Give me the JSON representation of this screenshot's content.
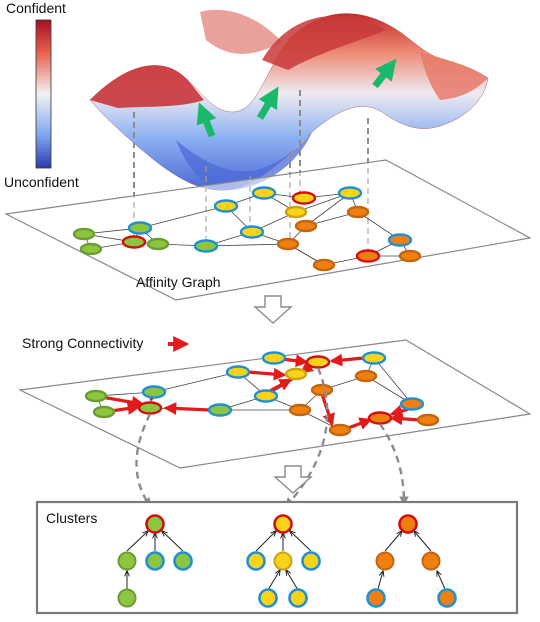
{
  "colorbar": {
    "top_label": "Confident",
    "bottom_label": "Unconfident"
  },
  "labels": {
    "affinity_graph": "Affinity Graph",
    "strong_connectivity": "Strong Connectivity",
    "clusters": "Clusters"
  },
  "colors": {
    "green": "#8cc63f",
    "yellow": "#f8d31a",
    "orange": "#f07f12",
    "ring_blue": "#1f8fd6",
    "ring_red": "#d40f0f",
    "arrow_red": "#e21a1a",
    "arrow_green": "#19b86a",
    "confident": "#b2182b",
    "unconfident": "#2b3bb0",
    "edge": "#444444",
    "dashed": "#8c8c8c"
  }
}
